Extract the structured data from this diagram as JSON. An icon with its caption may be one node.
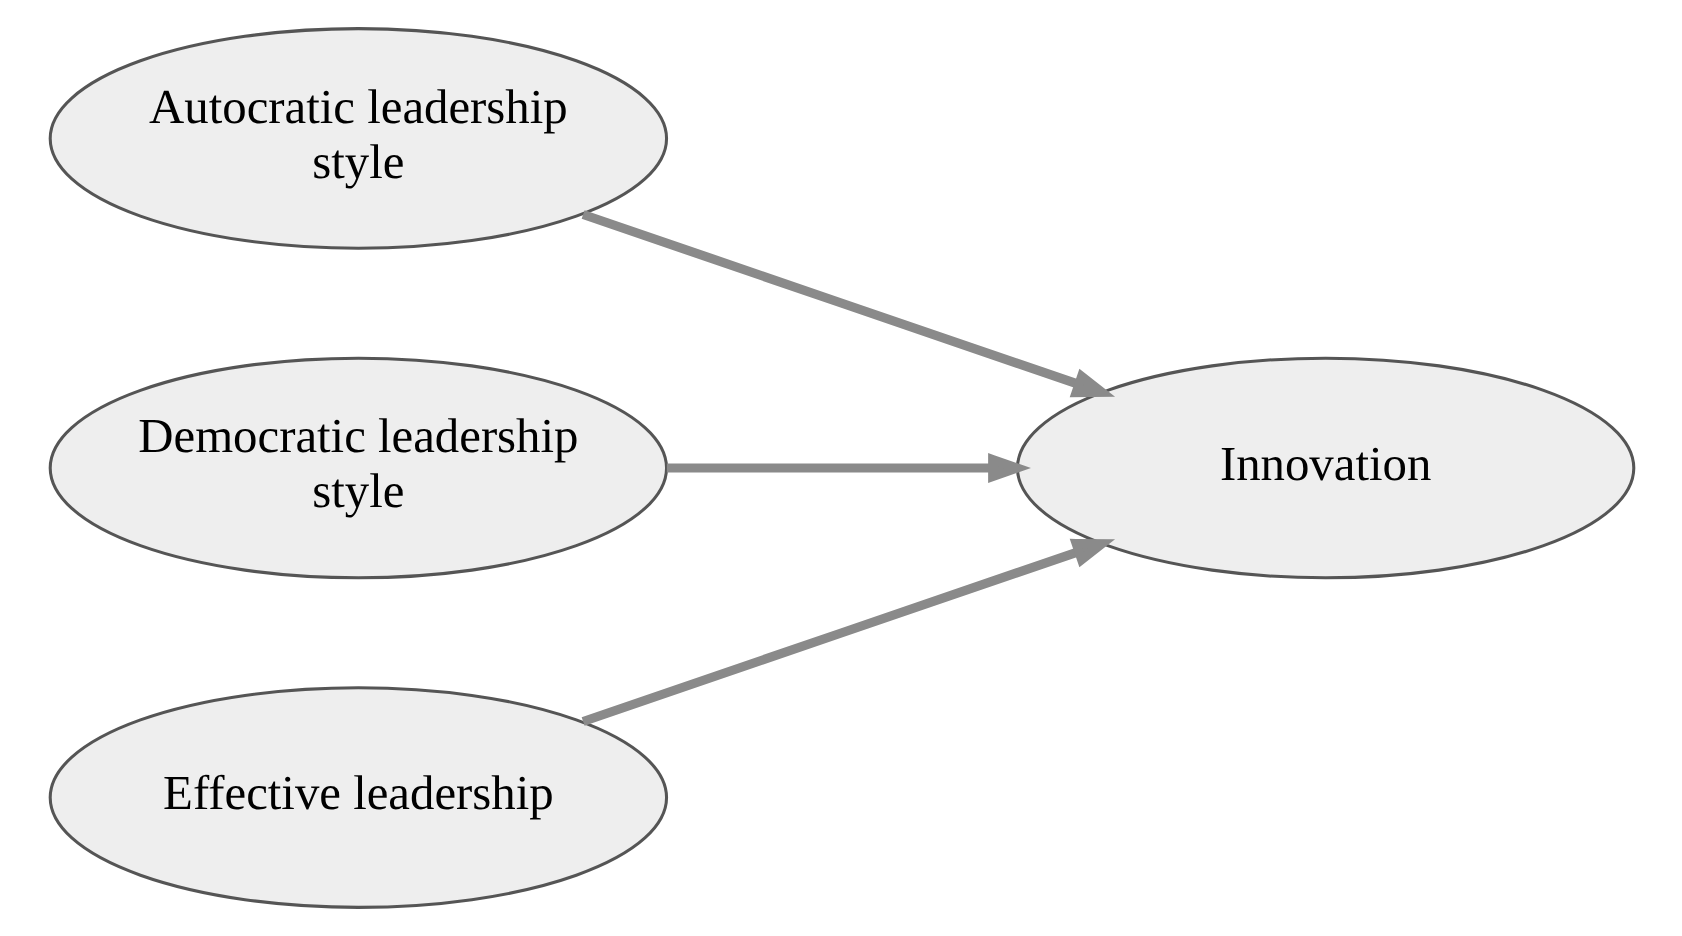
{
  "diagram": {
    "nodes": [
      {
        "text": [
          "Autocratic leadership style"
        ]
      },
      {
        "text": [
          "Democratic leadership style"
        ]
      },
      {
        "text": [
          "Effective leadership"
        ]
      },
      {
        "text": [
          "Innovation"
        ]
      }
    ],
    "edges": [
      {
        "from": 0,
        "to": 3,
        "arrow": "to"
      },
      {
        "from": 1,
        "to": 3,
        "arrow": "to"
      },
      {
        "from": 2,
        "to": 3,
        "arrow": "to"
      }
    ]
  }
}
